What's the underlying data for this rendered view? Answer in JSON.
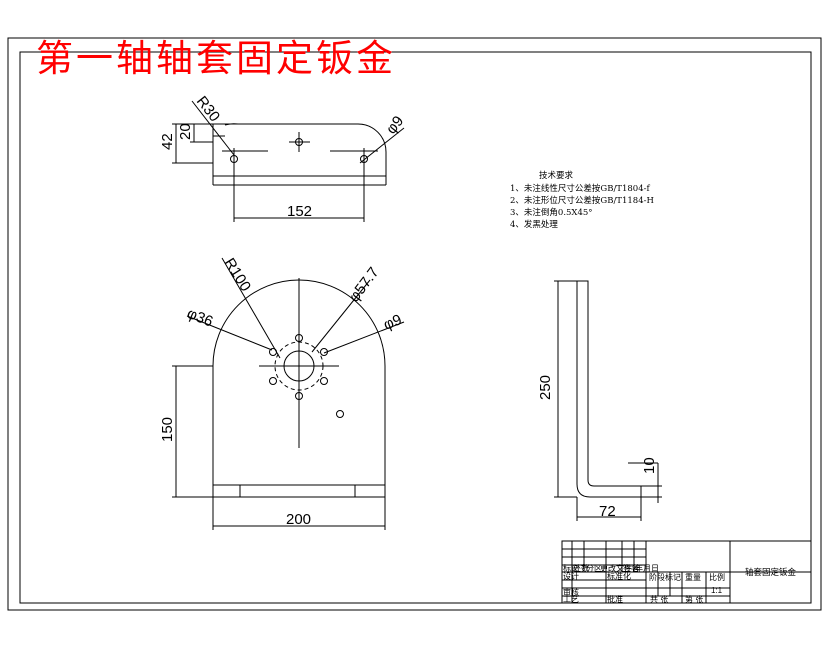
{
  "title": "第一轴轴套固定钣金",
  "top_view": {
    "dim_r30": "R30",
    "dim_20": "20",
    "dim_42": "42",
    "dim_hole": "φ9",
    "dim_152": "152"
  },
  "front_view": {
    "dim_r100": "R100",
    "dim_phi36": "φ36",
    "dim_phi57": "φ57.7",
    "dim_phi9": "φ9",
    "dim_150": "150",
    "dim_200": "200"
  },
  "side_view": {
    "dim_250": "250",
    "dim_10": "10",
    "dim_72": "72"
  },
  "tech_notes": {
    "heading": "技术要求",
    "lines": [
      "1、未注线性尺寸公差按GB/T1804-f",
      "2、未注形位尺寸公差按GB/T1184-H",
      "3、未注倒角0.5X45°",
      "4、发黑处理"
    ]
  },
  "title_block": {
    "part_name": "轴套固定钣金",
    "header_row": [
      "标记",
      "处数",
      "分区",
      "更改文件号",
      "签名",
      "年月日"
    ],
    "design_label": "设计",
    "standardize_label": "标准化",
    "review_label": "审核",
    "process_label": "工艺",
    "approve_label": "批准",
    "stage_label": "阶段标记",
    "weight_label": "重量",
    "scale_label": "比例",
    "scale_value": "1:1",
    "sheets_total": "共 张",
    "sheet_no": "第 张"
  }
}
